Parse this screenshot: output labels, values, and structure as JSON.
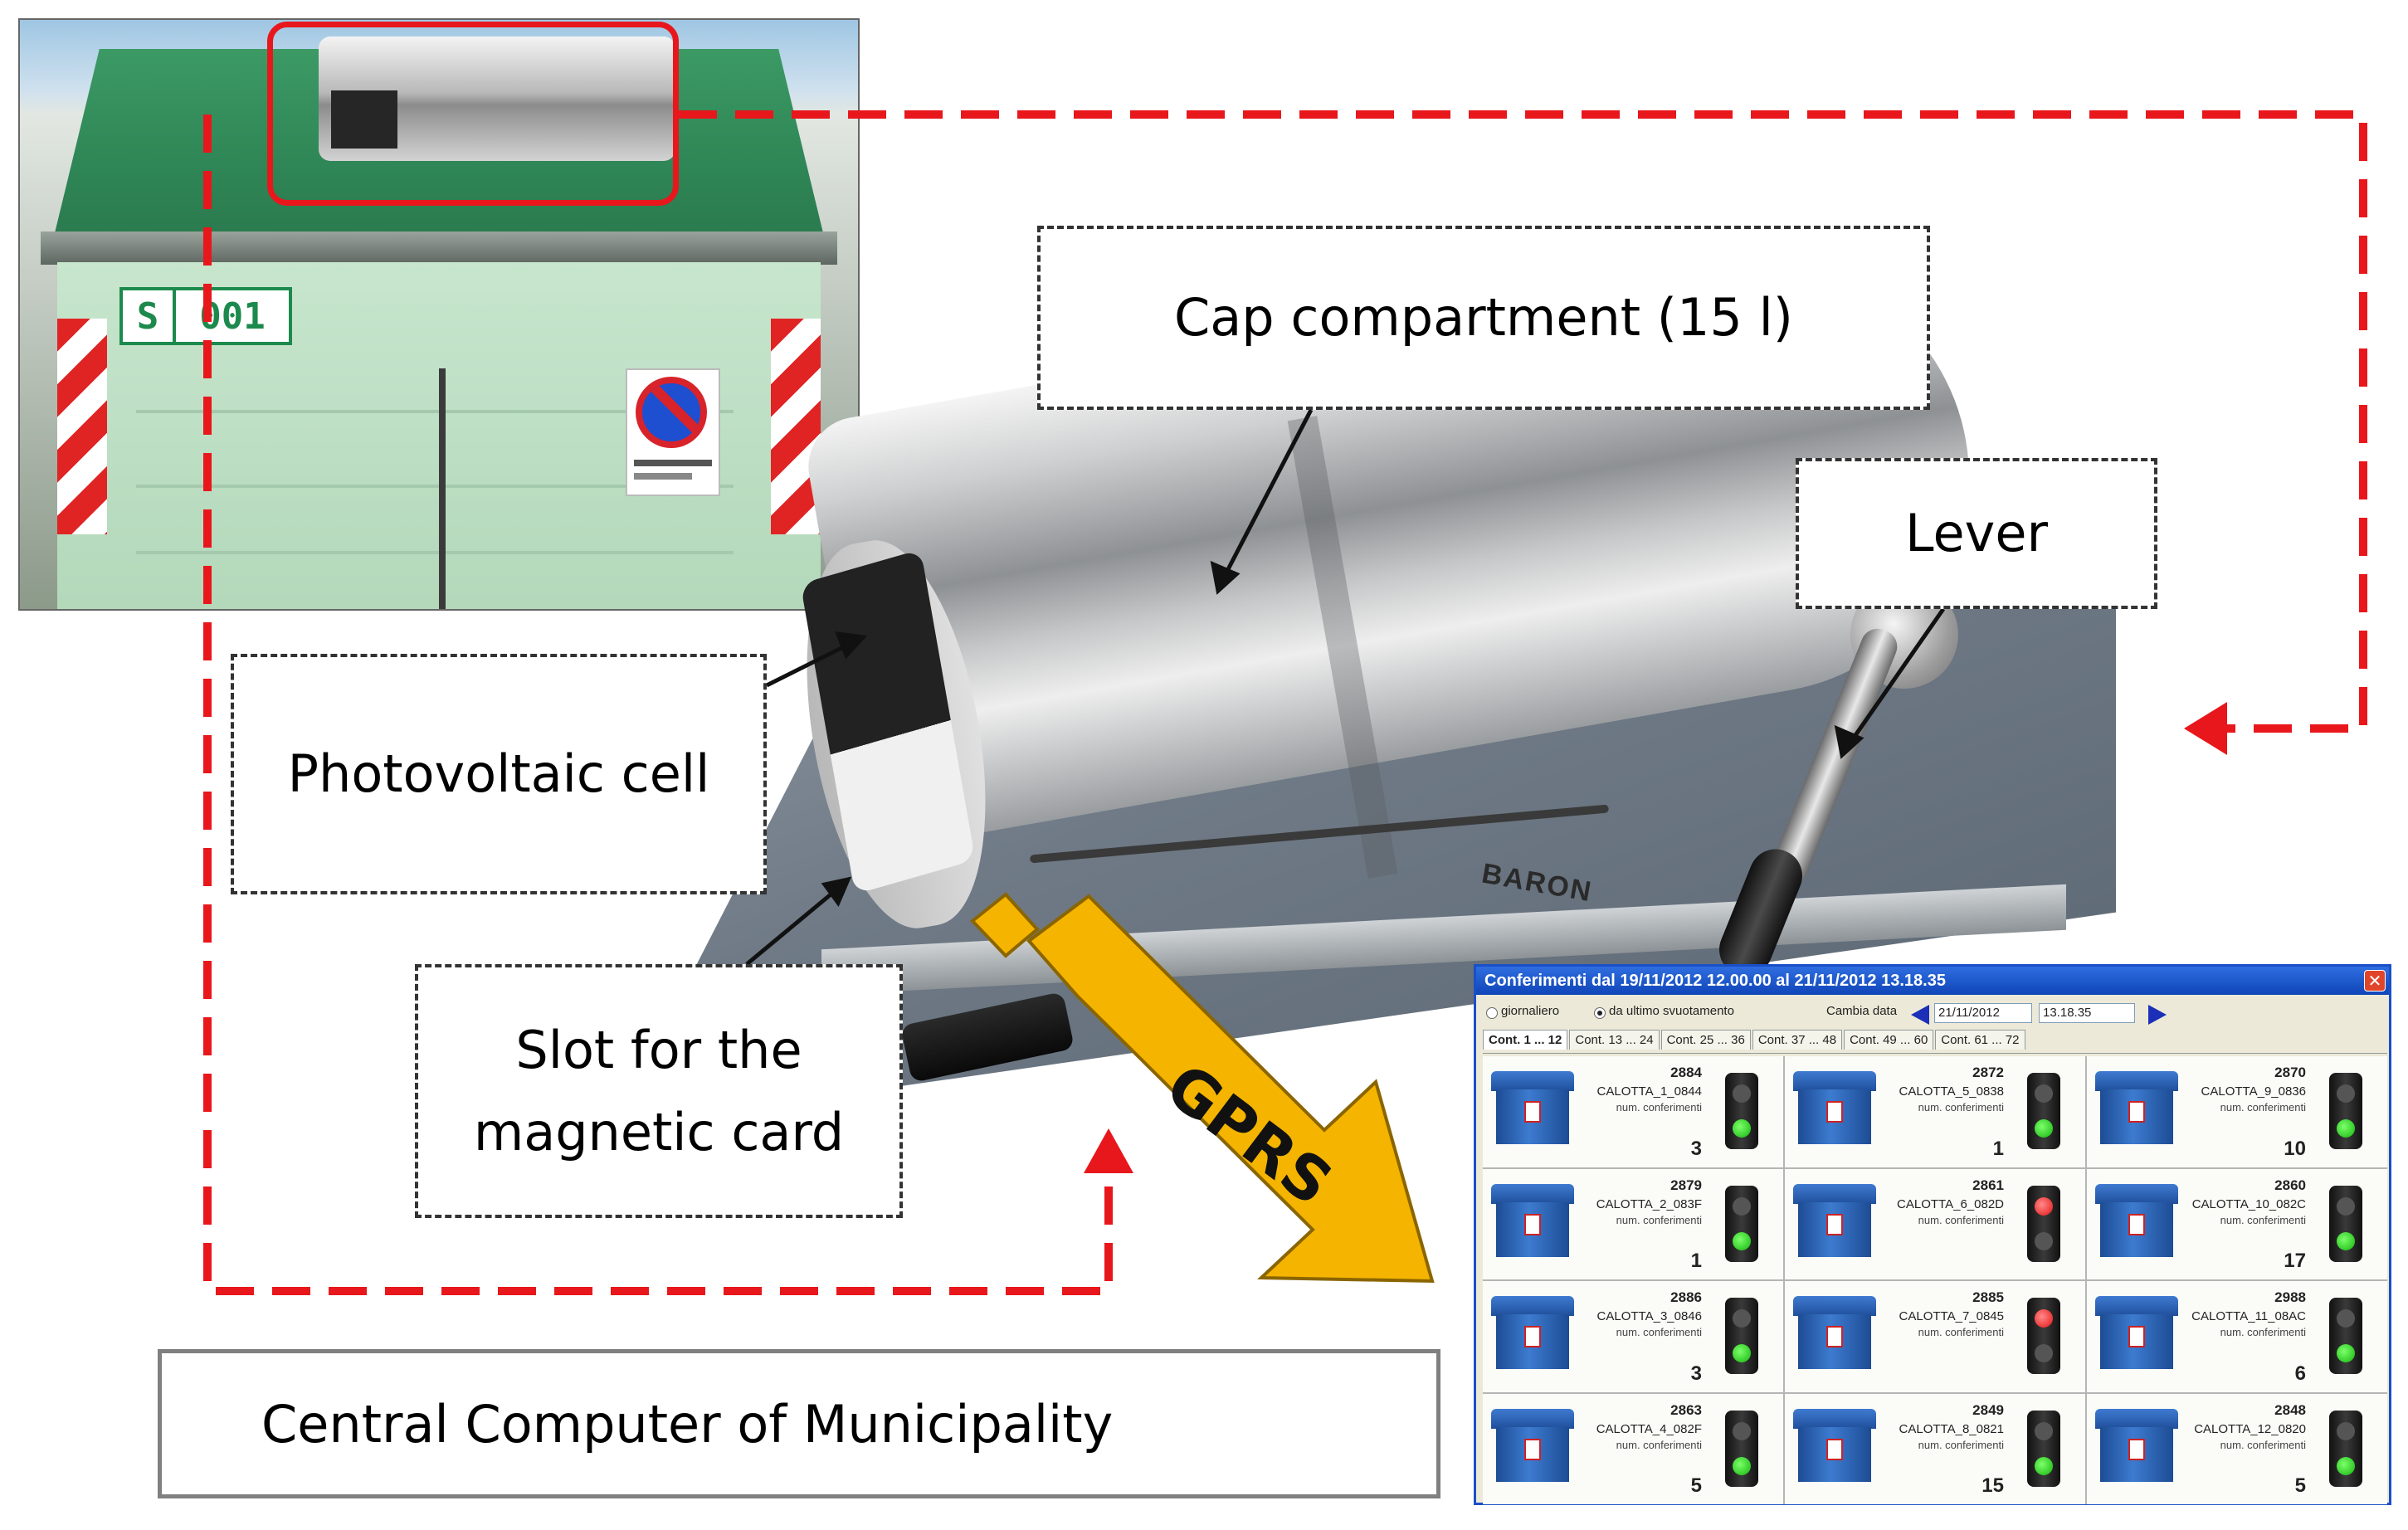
{
  "labels": {
    "cap_compartment": "Cap compartment (15 l)",
    "lever": "Lever",
    "photovoltaic_cell": "Photovoltaic cell",
    "slot_line1": "Slot for the",
    "slot_line2": "magnetic card",
    "gprs": "GPRS",
    "central_computer": "Central Computer of Municipality"
  },
  "bin_photo": {
    "label_letter": "S",
    "label_number": "001"
  },
  "device_photo": {
    "brand_mark": "BARON"
  },
  "software_window": {
    "title": "Conferimenti dal 19/11/2012 12.00.00 al 21/11/2012 13.18.35",
    "radio_daily": "giornaliero",
    "radio_since_emptying": "da ultimo svuotamento",
    "change_date_label": "Cambia data",
    "date_value": "21/11/2012",
    "time_value": "13.18.35",
    "tabs": [
      "Cont. 1 ... 12",
      "Cont. 13 ... 24",
      "Cont. 25 ... 36",
      "Cont. 37 ... 48",
      "Cont. 49 ... 60",
      "Cont. 61 ... 72"
    ],
    "sub_label": "num. conferimenti",
    "containers": [
      {
        "id": "2884",
        "name": "CALOTTA_1_0844",
        "count": "3",
        "light": "green"
      },
      {
        "id": "2872",
        "name": "CALOTTA_5_0838",
        "count": "1",
        "light": "green"
      },
      {
        "id": "2870",
        "name": "CALOTTA_9_0836",
        "count": "10",
        "light": "green"
      },
      {
        "id": "2879",
        "name": "CALOTTA_2_083F",
        "count": "1",
        "light": "green"
      },
      {
        "id": "2861",
        "name": "CALOTTA_6_082D",
        "count": "",
        "light": "red"
      },
      {
        "id": "2860",
        "name": "CALOTTA_10_082C",
        "count": "17",
        "light": "green"
      },
      {
        "id": "2886",
        "name": "CALOTTA_3_0846",
        "count": "3",
        "light": "green"
      },
      {
        "id": "2885",
        "name": "CALOTTA_7_0845",
        "count": "",
        "light": "red"
      },
      {
        "id": "2988",
        "name": "CALOTTA_11_08AC",
        "count": "6",
        "light": "green"
      },
      {
        "id": "2863",
        "name": "CALOTTA_4_082F",
        "count": "5",
        "light": "green"
      },
      {
        "id": "2849",
        "name": "CALOTTA_8_0821",
        "count": "15",
        "light": "green"
      },
      {
        "id": "2848",
        "name": "CALOTTA_12_0820",
        "count": "5",
        "light": "green"
      }
    ]
  },
  "colors": {
    "dashed_link": "#e8171c",
    "gprs_arrow": "#f4b400",
    "computer_arrow": "#0a18e6",
    "highlight": "#e8171c"
  }
}
